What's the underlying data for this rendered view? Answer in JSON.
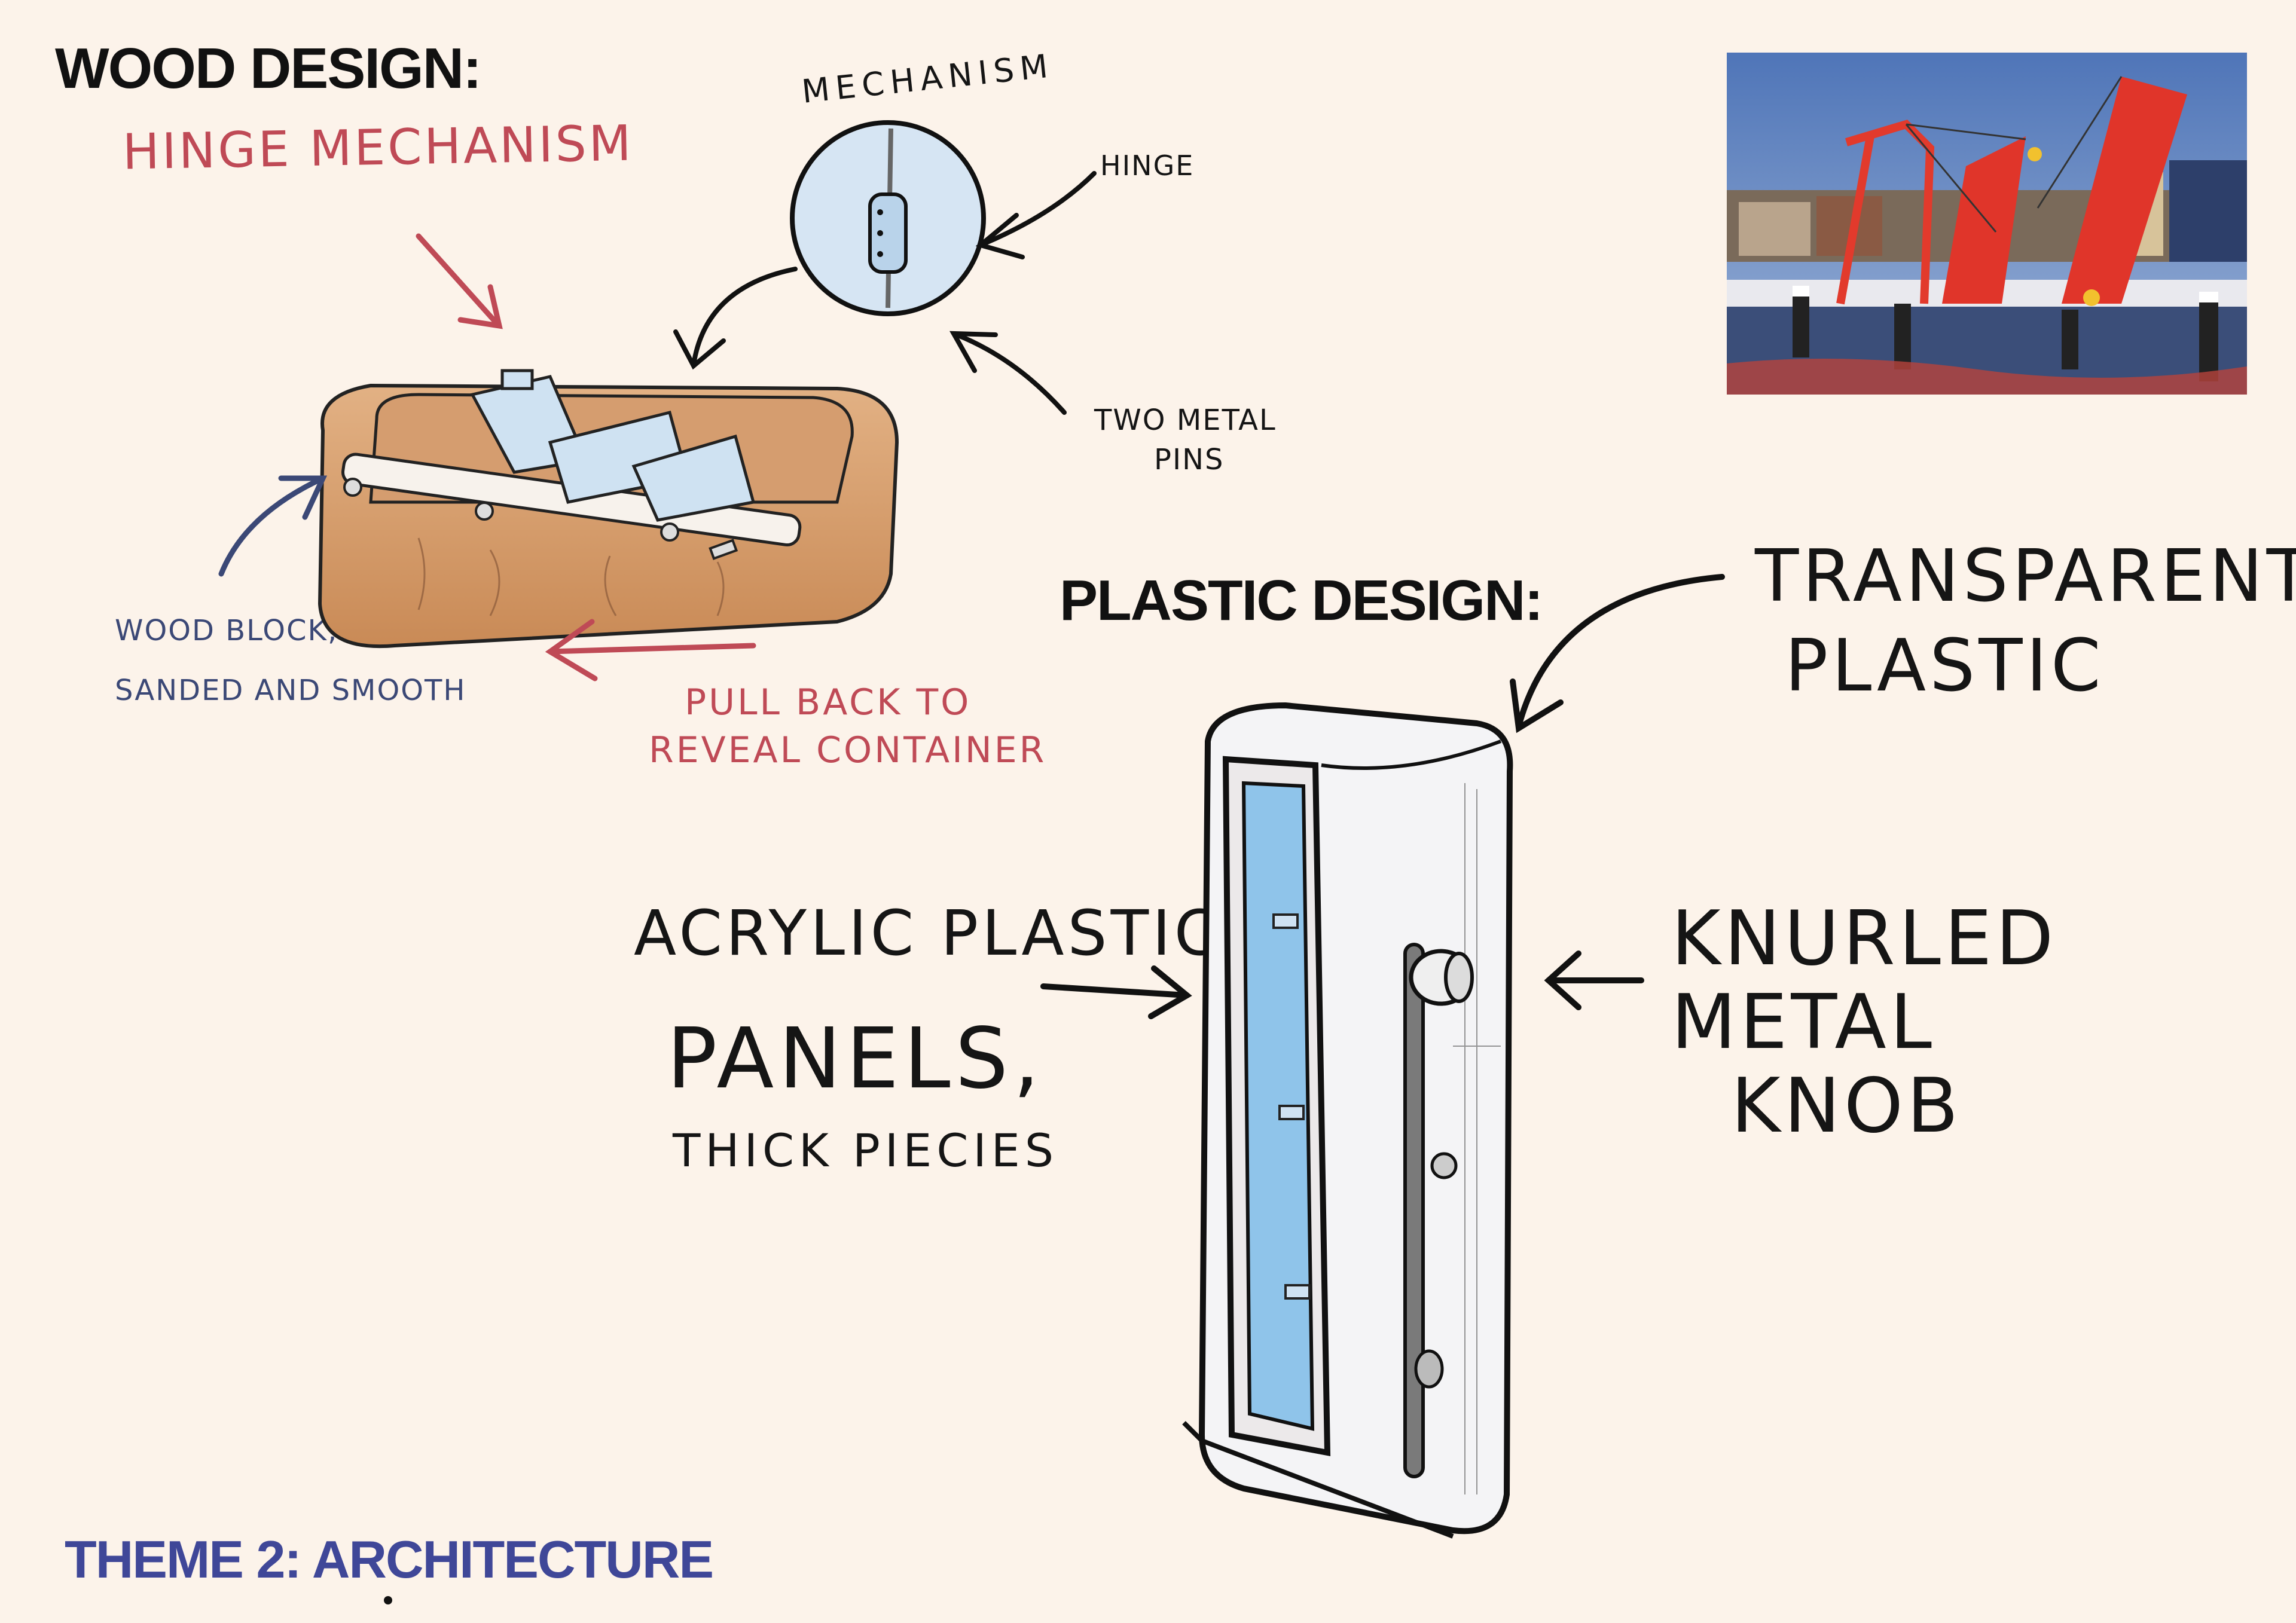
{
  "wood": {
    "title": "WOOD DESIGN:",
    "hinge_label": "HINGE MECHANISM",
    "mechanism_label": "MECHANISM",
    "hinge_callout": "HINGE",
    "pins_line1": "TWO METAL",
    "pins_line2": "PINS",
    "block_line1": "WOOD BLOCK,",
    "block_line2": "SANDED AND SMOOTH",
    "pull_line1": "PULL BACK TO",
    "pull_line2": "REVEAL CONTAINER"
  },
  "plastic": {
    "title": "PLASTIC DESIGN:",
    "transparent_line1": "TRANSPARENT",
    "transparent_line2": "PLASTIC",
    "acrylic_line1": "ACRYLIC PLASTIC",
    "acrylic_line2": "PANELS,",
    "acrylic_line3": "THICK PIECIES",
    "knob_line1": "KNURLED METAL",
    "knob_line2": "KNOB"
  },
  "footer": {
    "theme": "THEME 2: ARCHITECTURE"
  },
  "colors": {
    "background": "#fcf3ea",
    "accent_red": "#bf4a56",
    "accent_blue": "#3b4876",
    "theme_blue": "#3f4798"
  },
  "reference_photo": {
    "subject": "red-bascule-bridge-photo"
  }
}
